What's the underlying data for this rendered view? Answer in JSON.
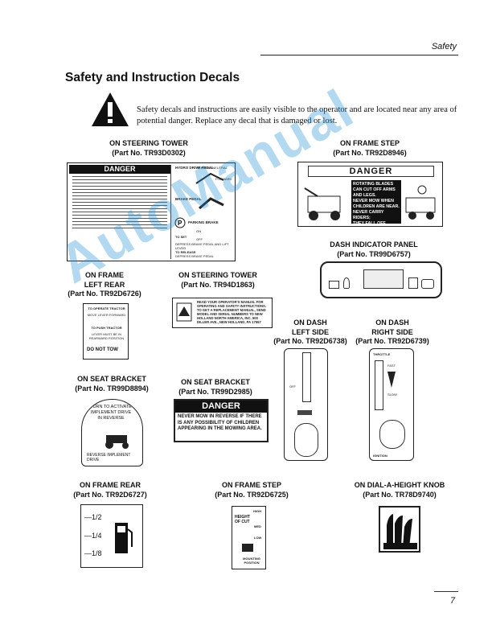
{
  "header": {
    "running_title": "Safety"
  },
  "section_title": "Safety and Instruction Decals",
  "intro": "Safety decals and instructions are easily visible to the operator and are located near any area of potential danger. Replace any decal that is damaged or lost.",
  "watermark": "AutoManual",
  "page_number": "7",
  "decals": {
    "steering_tower_1": {
      "location": "ON STEERING TOWER",
      "part": "(Part No. TR93D0302)",
      "danger": "DANGER",
      "hydro_pedal": "HYDRO DRIVE PEDAL",
      "reverse_neutral": "REVERSE NEUTRAL",
      "forward": "FORWARD",
      "brake_pedal": "BRAKE PEDAL",
      "parking_brake": "PARKING BRAKE",
      "on": "ON",
      "off": "OFF",
      "to_set": "TO SET",
      "depress_brake": "DEPRESS BRAKE PEDAL AND LIFT LEVER",
      "to_release": "TO RELEASE",
      "depress_release": "DEPRESS BRAKE PEDAL"
    },
    "frame_step_1": {
      "location": "ON FRAME STEP",
      "part": "(Part No. TR92D8946)",
      "danger": "DANGER",
      "lines": [
        "ROTATING BLADES",
        "CAN CUT OFF ARMS",
        "AND LEGS.",
        "NEVER MOW WHEN",
        "CHILDREN ARE NEAR.",
        "NEVER CARRY RIDERS;",
        "THEY FALL OFF."
      ]
    },
    "dash_panel": {
      "location": "DASH INDICATOR PANEL",
      "part": "(Part No. TR99D6757)"
    },
    "frame_left_rear": {
      "location_1": "ON FRAME",
      "location_2": "LEFT REAR",
      "part": "(Part No. TR92D6726)",
      "to_operate": "TO OPERATE TRACTOR",
      "move_lever": "MOVE LEVER FORWARD",
      "to_push": "TO PUSH TRACTOR",
      "lever_rear": "LEVER MUST BE IN REARWARD POSITION",
      "do_not_tow": "DO NOT TOW"
    },
    "steering_tower_2": {
      "location": "ON STEERING TOWER",
      "part": "(Part No. TR94D1863)",
      "text": "READ YOUR OPERATOR'S MANUAL FOR OPERATING AND SAFETY INSTRUCTIONS. TO GET A REPLACEMENT MANUAL, SEND MODEL AND SERIAL NUMBERS TO NEW HOLLAND NORTH AMERICA, INC. 500 DILLER AVE., NEW HOLLAND, PA 17557"
    },
    "dash_left": {
      "location_1": "ON DASH",
      "location_2": "LEFT SIDE",
      "part": "(Part No. TR92D6738)",
      "off": "OFF"
    },
    "dash_right": {
      "location_1": "ON DASH",
      "location_2": "RIGHT SIDE",
      "part": "(Part No. TR92D6739)",
      "throttle": "THROTTLE",
      "fast": "FAST",
      "slow": "SLOW",
      "ignition": "IGNITION"
    },
    "seat_bracket_1": {
      "location": "ON SEAT BRACKET",
      "part": "(Part No. TR99D8894)",
      "text": "TURN TO ACTIVATE IMPLEMENT DRIVE IN REVERSE",
      "bottom": "REVERSE IMPLEMENT DRIVE"
    },
    "seat_bracket_2": {
      "location": "ON SEAT BRACKET",
      "part": "(Part No. TR99D2985)",
      "danger": "DANGER",
      "text": "NEVER MOW IN REVERSE IF THERE IS ANY POSSIBILITY OF CHILDREN APPEARING IN THE MOWING AREA."
    },
    "frame_rear": {
      "location": "ON FRAME REAR",
      "part": "(Part No. TR92D6727)",
      "levels": [
        "1/2",
        "1/4",
        "1/8"
      ]
    },
    "frame_step_2": {
      "location": "ON FRAME STEP",
      "part": "(Part No. TR92D6725)",
      "high": "HIGH",
      "height_of_cut": "HEIGHT OF CUT",
      "med": "MED",
      "low": "LOW",
      "mounting": "MOUNTING POSITION"
    },
    "dial_knob": {
      "location": "ON DIAL-A-HEIGHT KNOB",
      "part": "(Part No. TR78D9740)"
    }
  }
}
